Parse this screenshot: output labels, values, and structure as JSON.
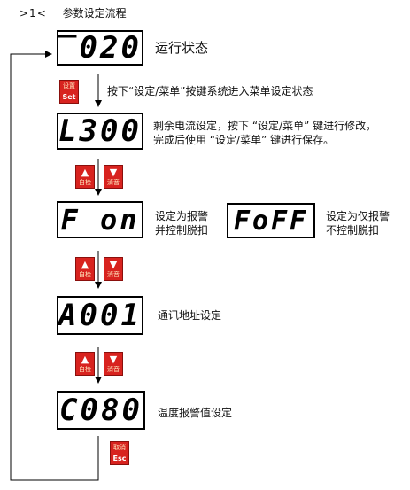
{
  "header": {
    "step": ">1<",
    "title": "参数设定流程"
  },
  "displays": {
    "run": "‾020",
    "leak": "L300",
    "alarm_trip": "F on",
    "alarm_only": "FoFF",
    "address": "A001",
    "temp": "C080"
  },
  "labels": {
    "run": "运行状态",
    "enter_menu": "按下“设定/菜单”按键系统进入菜单设定状态",
    "leak_line1": "剩余电流设定，按下 “设定/菜单” 键进行修改，",
    "leak_line2": "完成后使用 “设定/菜单” 键进行保存。",
    "alarm_trip_line1": "设定为报警",
    "alarm_trip_line2": "并控制脱扣",
    "alarm_only_line1": "设定为仅报警",
    "alarm_only_line2": "不控制脱扣",
    "address": "通讯地址设定",
    "temp": "温度报警值设定"
  },
  "keys": {
    "set": {
      "top": "设置",
      "bottom": "Set"
    },
    "up": {
      "glyph": "▲",
      "text": "自检"
    },
    "down": {
      "glyph": "▼",
      "text": "消音"
    },
    "esc": {
      "top": "取消",
      "bottom": "Esc"
    }
  },
  "colors": {
    "key_red": "#d8231f"
  }
}
